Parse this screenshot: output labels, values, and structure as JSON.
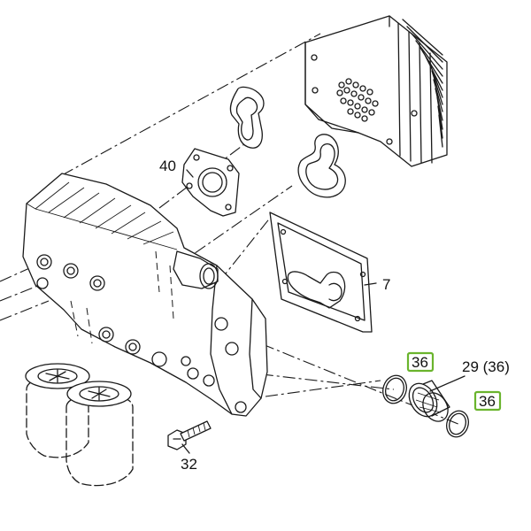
{
  "callouts": {
    "gasket_top": "40",
    "plate_gasket": "7",
    "bolt": "32",
    "oring_left": "36",
    "sleeve": "29 (36)",
    "oring_right": "36"
  },
  "colors": {
    "line": "#1a1a1a",
    "highlight_border": "#6ab42d",
    "background": "#ffffff"
  }
}
